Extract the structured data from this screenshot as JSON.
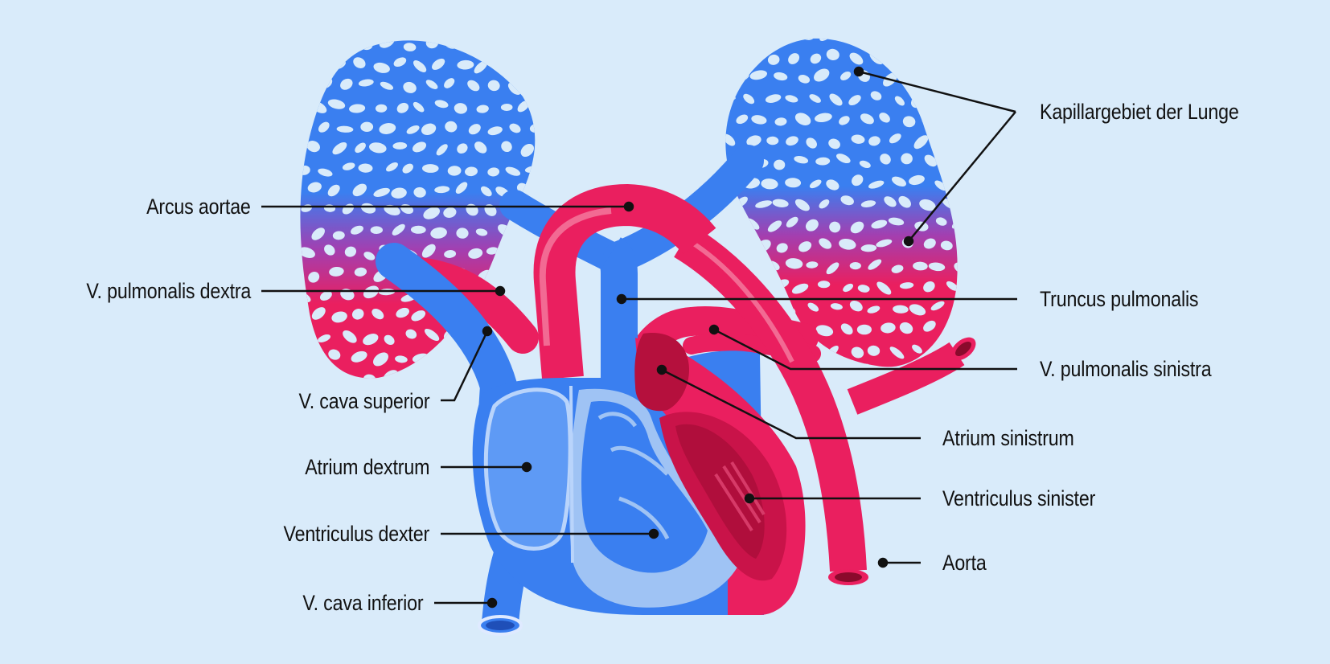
{
  "labels": {
    "kapillargebiet": "Kapillargebiet der Lunge",
    "arcus_aortae": "Arcus aortae",
    "v_pulmonalis_dextra": "V. pulmonalis dextra",
    "truncus_pulmonalis": "Truncus pulmonalis",
    "v_pulmonalis_sinistra": "V. pulmonalis sinistra",
    "v_cava_superior": "V. cava superior",
    "atrium_sinistrum": "Atrium sinistrum",
    "atrium_dextrum": "Atrium dextrum",
    "ventriculus_sinister": "Ventriculus sinister",
    "ventriculus_dexter": "Ventriculus dexter",
    "aorta": "Aorta",
    "v_cava_inferior": "V. cava inferior"
  },
  "colors": {
    "background": "#d9ebfa",
    "venous_blue": "#3a7ff0",
    "arterial_red": "#ea1f5f",
    "chamber_light_blue": "#9fc3f4",
    "chamber_dark_red": "#b5103d",
    "leader_line": "#111111"
  }
}
